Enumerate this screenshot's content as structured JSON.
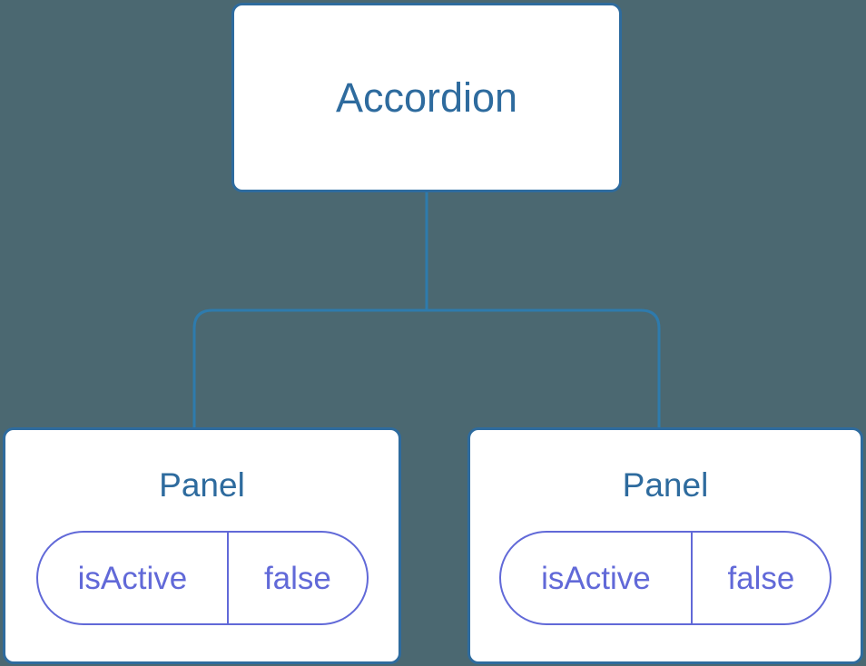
{
  "diagram": {
    "type": "component-tree",
    "background_color": "#4b6871",
    "node_border_color": "#2e6b9e",
    "node_text_color": "#2e6b9e",
    "pill_color": "#6169d8",
    "connector_color": "#2e7bad"
  },
  "root": {
    "title": "Accordion"
  },
  "panels": [
    {
      "title": "Panel",
      "state": {
        "key": "isActive",
        "value": "false"
      }
    },
    {
      "title": "Panel",
      "state": {
        "key": "isActive",
        "value": "false"
      }
    }
  ]
}
